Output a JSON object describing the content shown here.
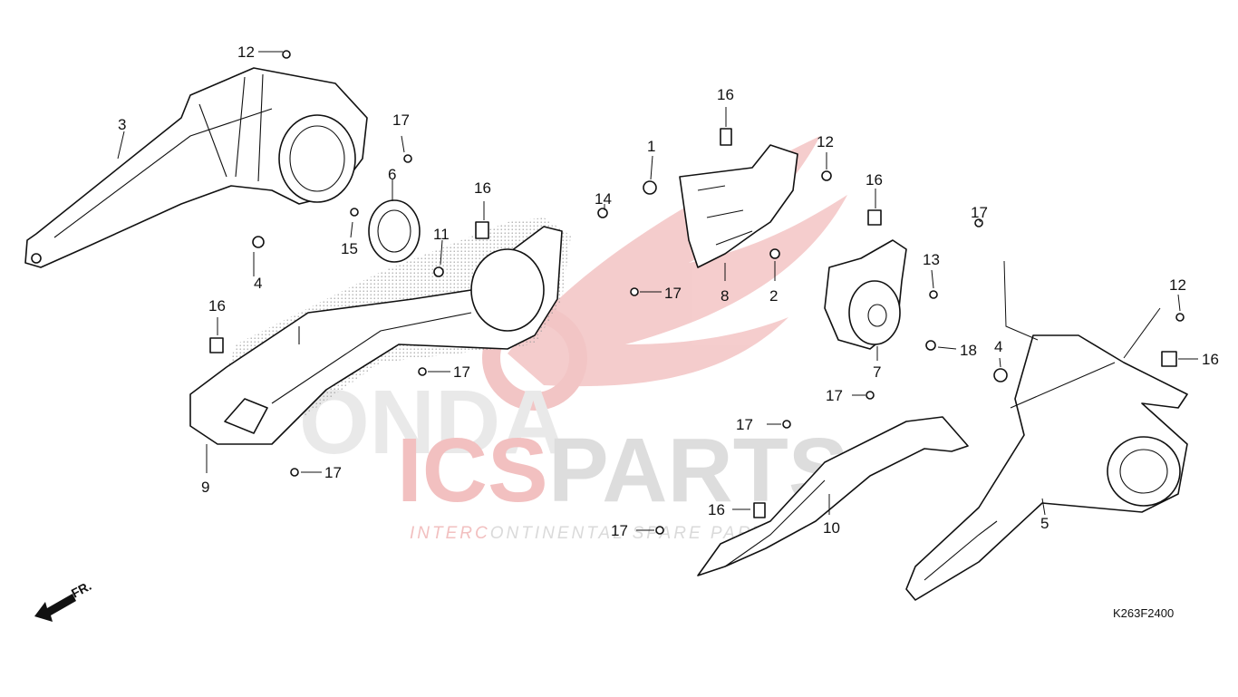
{
  "diagram": {
    "code": "K263F2400",
    "direction_label": "FR.",
    "callouts": {
      "c12a": "12",
      "c3": "3",
      "c17a": "17",
      "c6": "6",
      "c4a": "4",
      "c15": "15",
      "c16a": "16",
      "c14": "14",
      "c11": "11",
      "c17b": "17",
      "c1": "1",
      "c16b": "16",
      "c12b": "12",
      "c16c": "16",
      "c8": "8",
      "c2": "2",
      "c13": "13",
      "c18": "18",
      "c7": "7",
      "c17c": "17",
      "c12c": "12",
      "c4b": "4",
      "c16d": "16",
      "c16e": "16",
      "c17d": "17",
      "c9": "9",
      "c17e": "17",
      "c17f": "17",
      "c17g": "17",
      "c16f": "16",
      "c10": "10",
      "c17h": "17",
      "c5": "5"
    }
  },
  "watermark": {
    "brand_top": "ONDA",
    "brand_left": "ICS",
    "brand_right": "PARTS",
    "tagline_a": "INTER",
    "tagline_b": "C",
    "tagline_c": "ONTINENTAL ",
    "tagline_d": "SPARE PARTS",
    "colors": {
      "red": "#e8a0a0",
      "gray": "#cfcfcf"
    }
  }
}
